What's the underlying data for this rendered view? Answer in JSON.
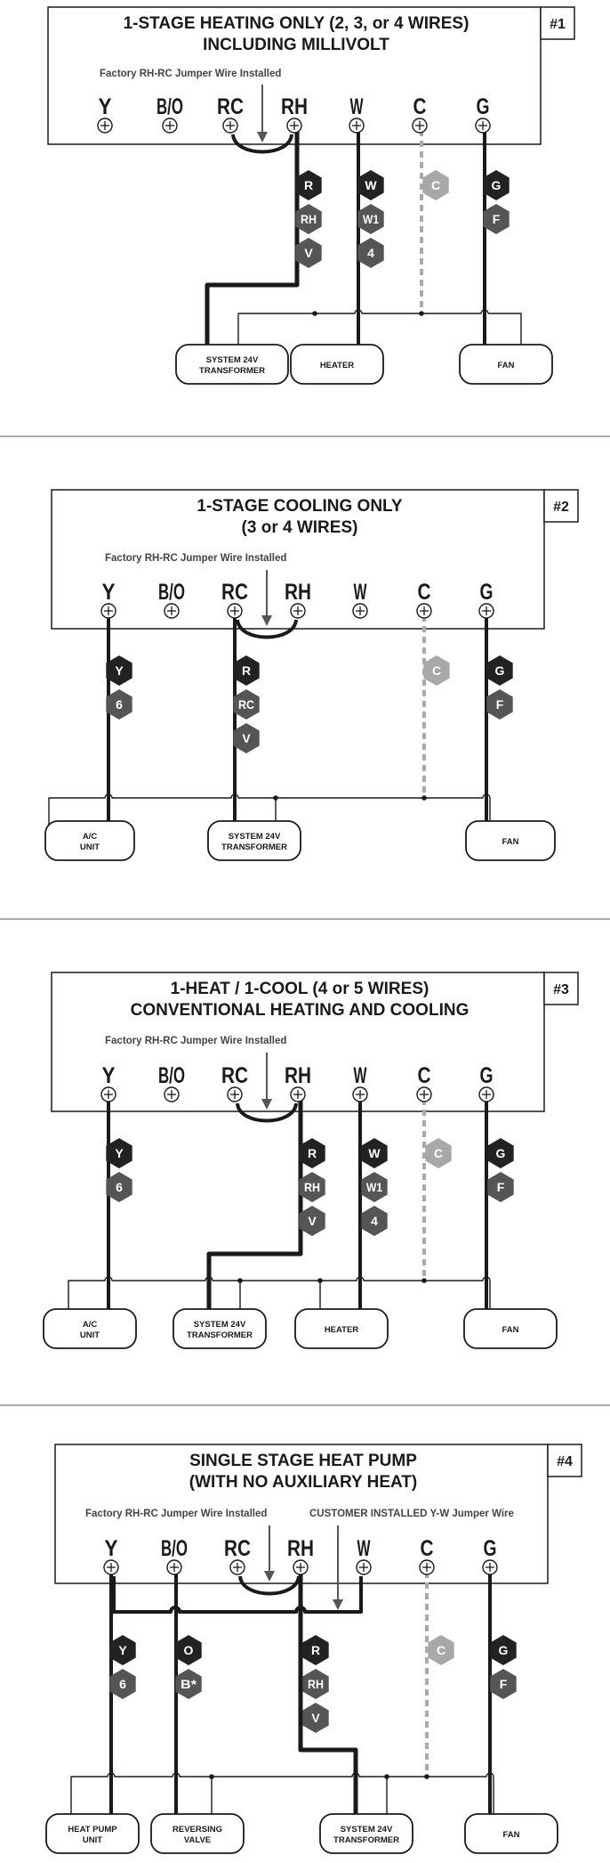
{
  "diagrams": [
    {
      "id": "#1",
      "title": [
        "1-STAGE HEATING ONLY  (2, 3, or 4 WIRES)",
        "INCLUDING MILLIVOLT"
      ],
      "notes": [
        "Factory RH-RC Jumper Wire Installed"
      ],
      "terminals": [
        "Y",
        "B/O",
        "RC",
        "RH",
        "W",
        "C",
        "G"
      ],
      "labels": [
        {
          "terminal": "RH",
          "codes": [
            "R",
            "RH",
            "V"
          ]
        },
        {
          "terminal": "W",
          "codes": [
            "W",
            "W1",
            "4"
          ]
        },
        {
          "terminal": "C",
          "codes": [
            "C"
          ]
        },
        {
          "terminal": "G",
          "codes": [
            "G",
            "F"
          ]
        }
      ],
      "devices": [
        [
          "SYSTEM 24V",
          "TRANSFORMER"
        ],
        [
          "HEATER"
        ],
        [
          "FAN"
        ]
      ]
    },
    {
      "id": "#2",
      "title": [
        "1-STAGE COOLING ONLY",
        "(3 or 4 WIRES)"
      ],
      "notes": [
        "Factory RH-RC Jumper Wire Installed"
      ],
      "terminals": [
        "Y",
        "B/O",
        "RC",
        "RH",
        "W",
        "C",
        "G"
      ],
      "labels": [
        {
          "terminal": "Y",
          "codes": [
            "Y",
            "6"
          ]
        },
        {
          "terminal": "RC",
          "codes": [
            "R",
            "RC",
            "V"
          ]
        },
        {
          "terminal": "C",
          "codes": [
            "C"
          ]
        },
        {
          "terminal": "G",
          "codes": [
            "G",
            "F"
          ]
        }
      ],
      "devices": [
        [
          "A/C",
          "UNIT"
        ],
        [
          "SYSTEM 24V",
          "TRANSFORMER"
        ],
        [
          "FAN"
        ]
      ]
    },
    {
      "id": "#3",
      "title": [
        "1-HEAT  /  1-COOL  (4 or 5 WIRES)",
        "CONVENTIONAL HEATING AND COOLING"
      ],
      "notes": [
        "Factory RH-RC Jumper Wire Installed"
      ],
      "terminals": [
        "Y",
        "B/O",
        "RC",
        "RH",
        "W",
        "C",
        "G"
      ],
      "labels": [
        {
          "terminal": "Y",
          "codes": [
            "Y",
            "6"
          ]
        },
        {
          "terminal": "RH",
          "codes": [
            "R",
            "RH",
            "V"
          ]
        },
        {
          "terminal": "W",
          "codes": [
            "W",
            "W1",
            "4"
          ]
        },
        {
          "terminal": "C",
          "codes": [
            "C"
          ]
        },
        {
          "terminal": "G",
          "codes": [
            "G",
            "F"
          ]
        }
      ],
      "devices": [
        [
          "A/C",
          "UNIT"
        ],
        [
          "SYSTEM 24V",
          "TRANSFORMER"
        ],
        [
          "HEATER"
        ],
        [
          "FAN"
        ]
      ]
    },
    {
      "id": "#4",
      "title": [
        "SINGLE STAGE HEAT PUMP",
        "(WITH NO AUXILIARY HEAT)"
      ],
      "notes": [
        "Factory RH-RC Jumper Wire Installed",
        "CUSTOMER INSTALLED Y-W Jumper Wire"
      ],
      "terminals": [
        "Y",
        "B/O",
        "RC",
        "RH",
        "W",
        "C",
        "G"
      ],
      "labels": [
        {
          "terminal": "Y",
          "codes": [
            "Y",
            "6"
          ]
        },
        {
          "terminal": "B/O",
          "codes": [
            "O",
            "B*"
          ]
        },
        {
          "terminal": "RH",
          "codes": [
            "R",
            "RH",
            "V"
          ]
        },
        {
          "terminal": "C",
          "codes": [
            "C"
          ]
        },
        {
          "terminal": "G",
          "codes": [
            "G",
            "F"
          ]
        }
      ],
      "devices": [
        [
          "HEAT PUMP",
          "UNIT"
        ],
        [
          "REVERSING",
          "VALVE"
        ],
        [
          "SYSTEM 24V",
          "TRANSFORMER"
        ],
        [
          "FAN"
        ]
      ]
    }
  ]
}
